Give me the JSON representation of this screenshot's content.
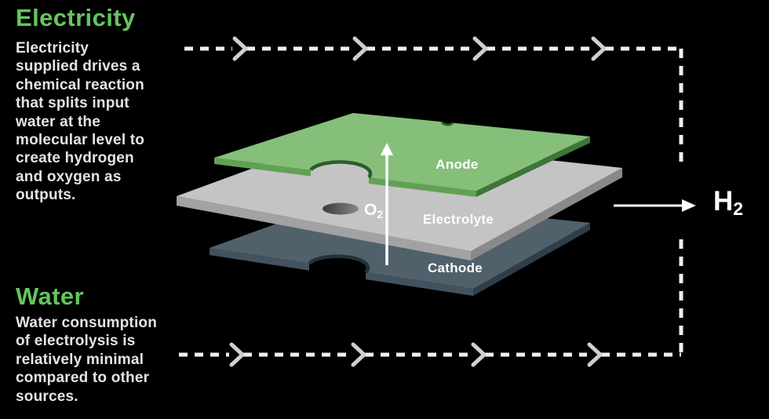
{
  "colors": {
    "background": "#000000",
    "accent_green": "#65c55e",
    "body_text": "#e4e4e4",
    "label_text": "#ffffff",
    "arrow_white": "#f0f0f0",
    "chevron_gray": "#cfcfcf",
    "anode_top": "#85bf7a",
    "anode_edge_left": "#61a156",
    "anode_edge_right": "#3e7539",
    "electrolyte_top": "#c5c4c5",
    "electrolyte_edge_left": "#a3a2a3",
    "electrolyte_edge_right": "#8a898a",
    "cathode_top": "#51616c",
    "cathode_edge_left": "#42525f",
    "cathode_edge_right": "#2f3e4a"
  },
  "sections": {
    "electricity": {
      "title": "Electricity",
      "lines": [
        "Electricity",
        "supplied drives a",
        "chemical reaction",
        "that splits input",
        "water at the",
        "molecular level to",
        "create hydrogen",
        "and oxygen as",
        "outputs."
      ]
    },
    "water": {
      "title": "Water",
      "lines": [
        "Water consumption",
        "of electrolysis is",
        "relatively minimal",
        "compared to other",
        "sources."
      ]
    }
  },
  "diagram": {
    "layers": {
      "anode": "Anode",
      "electrolyte": "Electrolyte",
      "cathode": "Cathode"
    },
    "molecules": {
      "oxygen_symbol": "O",
      "oxygen_subscript": "2",
      "hydrogen_symbol": "H",
      "hydrogen_subscript": "2"
    }
  }
}
